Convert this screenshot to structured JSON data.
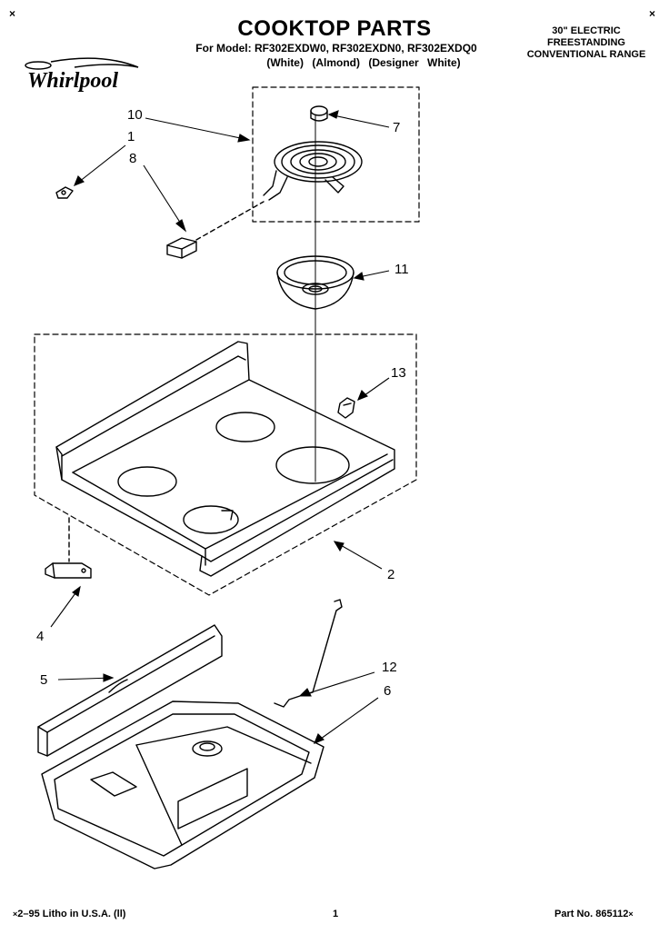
{
  "header": {
    "title": "COOKTOP PARTS",
    "model_line": "For Model: RF302EXDW0, RF302EXDN0, RF302EXDQ0",
    "variants": [
      "(White)",
      "(Almond)",
      "(Designer White)"
    ],
    "range_lines": [
      "30\" ELECTRIC",
      "FREESTANDING",
      "CONVENTIONAL RANGE"
    ]
  },
  "logo": {
    "text": "Whirlpool",
    "icon": "whirlpool-logo"
  },
  "corners": {
    "top_left": "×",
    "top_right": "×",
    "bottom_left": "×",
    "bottom_right": "×"
  },
  "callouts": {
    "c1": "1",
    "c2": "2",
    "c4": "4",
    "c5": "5",
    "c6": "6",
    "c7": "7",
    "c8": "8",
    "c10": "10",
    "c11": "11",
    "c12": "12",
    "c13": "13"
  },
  "footer": {
    "litho": "2–95 Litho in U.S.A. (ll)",
    "page": "1",
    "part_no": "Part No. 865112"
  }
}
